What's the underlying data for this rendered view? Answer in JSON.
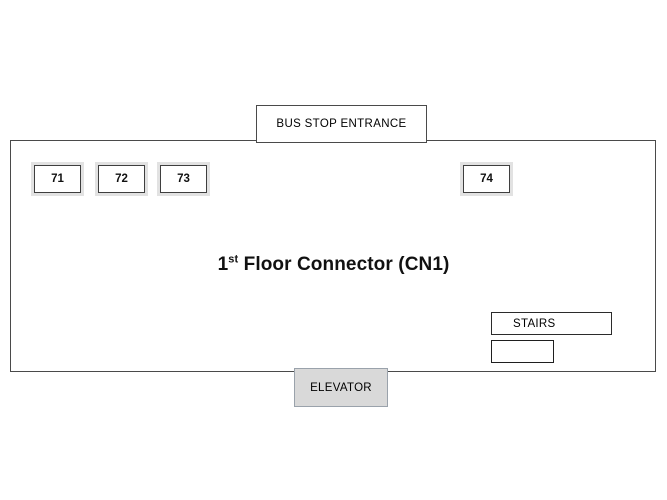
{
  "diagram": {
    "title_prefix": "1",
    "title_ordinal": "st",
    "title_rest": " Floor Connector (CN1)",
    "title_full": "1st Floor Connector (CN1)",
    "entrance": {
      "label": "BUS STOP ENTRANCE"
    },
    "rooms": [
      {
        "label": "71"
      },
      {
        "label": "72"
      },
      {
        "label": "73"
      },
      {
        "label": "74"
      }
    ],
    "stairs": {
      "label": "STAIRS",
      "secondary_label": ""
    },
    "elevator": {
      "label": "ELEVATOR"
    },
    "colors": {
      "background": "#ffffff",
      "outline": "#4a4a4a",
      "room_border": "#3f3f3f",
      "room_shadow": "#e2e2e2",
      "elevator_fill": "#d9d9d9",
      "elevator_border": "#9aa2ab",
      "text": "#000000"
    }
  }
}
